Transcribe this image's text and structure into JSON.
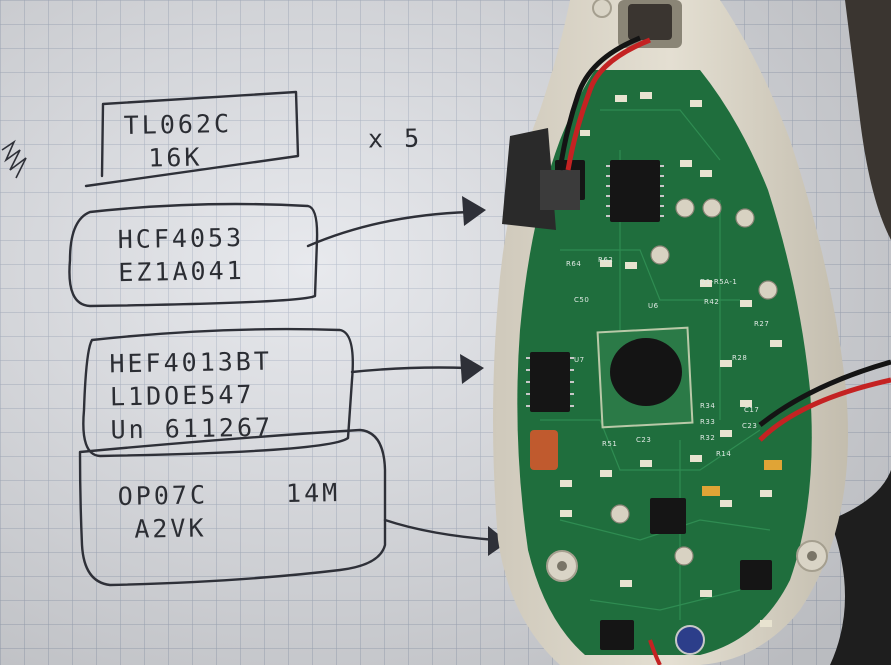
{
  "notes": {
    "box1": {
      "line1": "TL062C",
      "line2": "16K"
    },
    "multiplier": "x 5",
    "box2": {
      "line1": "HCF4053",
      "line2": "EZ1A041"
    },
    "box3": {
      "line1": "HEF4013BT",
      "line2": "L1DOE547",
      "line3": "Un 611267"
    },
    "box4": {
      "line1": "OP07C",
      "line2": "14M",
      "line3": "A2VK"
    }
  },
  "pcb": {
    "silkscreen": [
      "R64",
      "R62",
      "D1-R5A-1",
      "C50",
      "U6",
      "R42",
      "U7",
      "R27",
      "R28",
      "R34",
      "C17",
      "R33",
      "C23",
      "R32",
      "R14",
      "R51",
      "C23"
    ]
  },
  "colors": {
    "paper": "#e4e6ea",
    "grid": "#a9b3c4",
    "ink": "#2b2d33",
    "pcb": "#1f6e3d",
    "case": "#d9d4c6",
    "background": "#2a2a2a"
  },
  "icons": [
    "arrow-to-chip-icon"
  ]
}
